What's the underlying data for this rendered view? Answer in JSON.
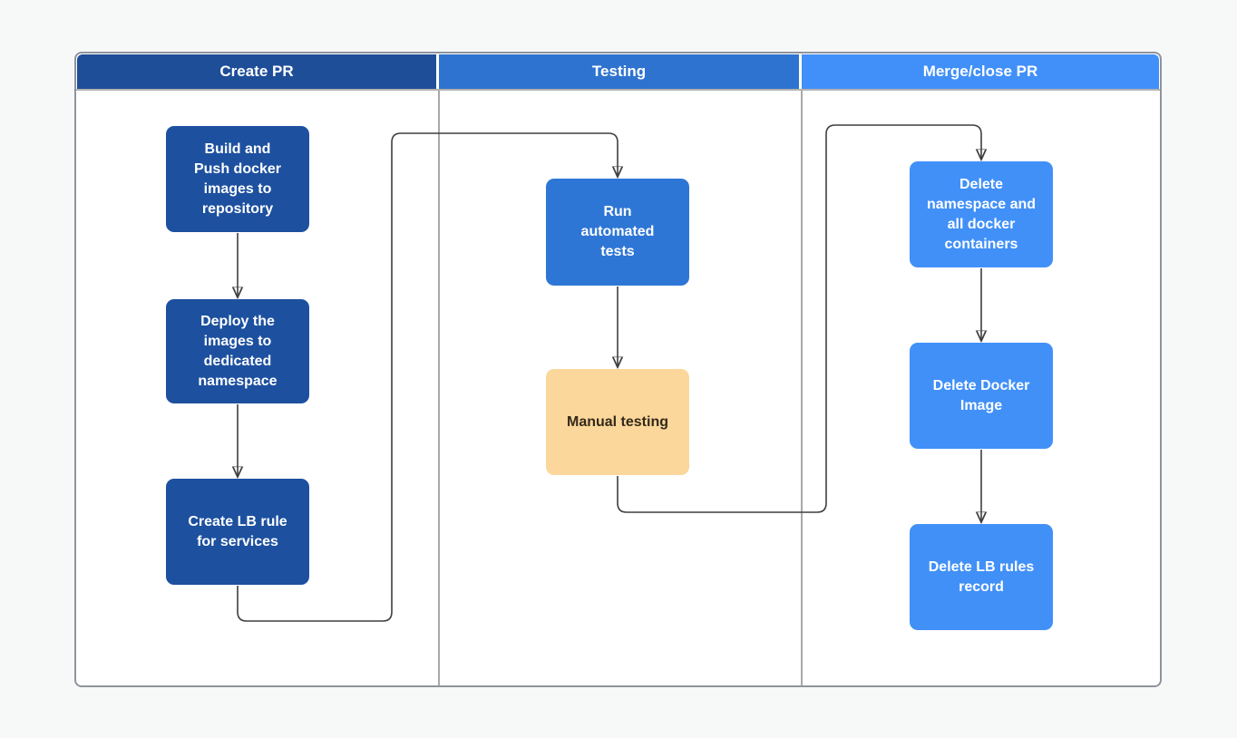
{
  "page": {
    "background_color": "#f7f8f8",
    "canvas_color": "#ffffff"
  },
  "diagram": {
    "type": "flowchart-swimlanes",
    "pool": {
      "lanes": [
        {
          "title": "Create PR",
          "header_color": "#1f4e99"
        },
        {
          "title": "Testing",
          "header_color": "#2e73cf"
        },
        {
          "title": "Merge/close PR",
          "header_color": "#4190f9"
        }
      ]
    },
    "nodes": [
      {
        "id": "build-push-docker",
        "lane": "Create PR",
        "label": "Build and\nPush docker\nimages to\nrepository",
        "fill": "#1d509f",
        "text_color": "#ffffff"
      },
      {
        "id": "deploy-images",
        "lane": "Create PR",
        "label": "Deploy the\nimages to\ndedicated\nnamespace",
        "fill": "#1d509f",
        "text_color": "#ffffff"
      },
      {
        "id": "create-lb-rule",
        "lane": "Create PR",
        "label": "Create LB rule\nfor services",
        "fill": "#1d509f",
        "text_color": "#ffffff"
      },
      {
        "id": "run-automated-tests",
        "lane": "Testing",
        "label": "Run\nautomated\ntests",
        "fill": "#2e76d6",
        "text_color": "#ffffff"
      },
      {
        "id": "manual-testing",
        "lane": "Testing",
        "label": "Manual testing",
        "fill": "#fcd79b",
        "text_color": "#33291a"
      },
      {
        "id": "delete-namespace",
        "lane": "Merge/close PR",
        "label": "Delete\nnamespace and\nall docker\ncontainers",
        "fill": "#4190f8",
        "text_color": "#ffffff"
      },
      {
        "id": "delete-docker-image",
        "lane": "Merge/close PR",
        "label": "Delete Docker\nImage",
        "fill": "#4190f8",
        "text_color": "#ffffff"
      },
      {
        "id": "delete-lb-rules",
        "lane": "Merge/close PR",
        "label": "Delete LB rules\nrecord",
        "fill": "#4190f8",
        "text_color": "#ffffff"
      }
    ],
    "connectors": [
      {
        "from": "build-push-docker",
        "to": "deploy-images"
      },
      {
        "from": "deploy-images",
        "to": "create-lb-rule"
      },
      {
        "from": "create-lb-rule",
        "to": "run-automated-tests"
      },
      {
        "from": "run-automated-tests",
        "to": "manual-testing"
      },
      {
        "from": "manual-testing",
        "to": "delete-namespace"
      },
      {
        "from": "delete-namespace",
        "to": "delete-docker-image"
      },
      {
        "from": "delete-docker-image",
        "to": "delete-lb-rules"
      }
    ],
    "colors": {
      "connector": "#3f3f3f",
      "lane_divider": "#a9a9a9",
      "pool_border": "#8f949c",
      "header_underline": "#b2b2b2"
    }
  }
}
